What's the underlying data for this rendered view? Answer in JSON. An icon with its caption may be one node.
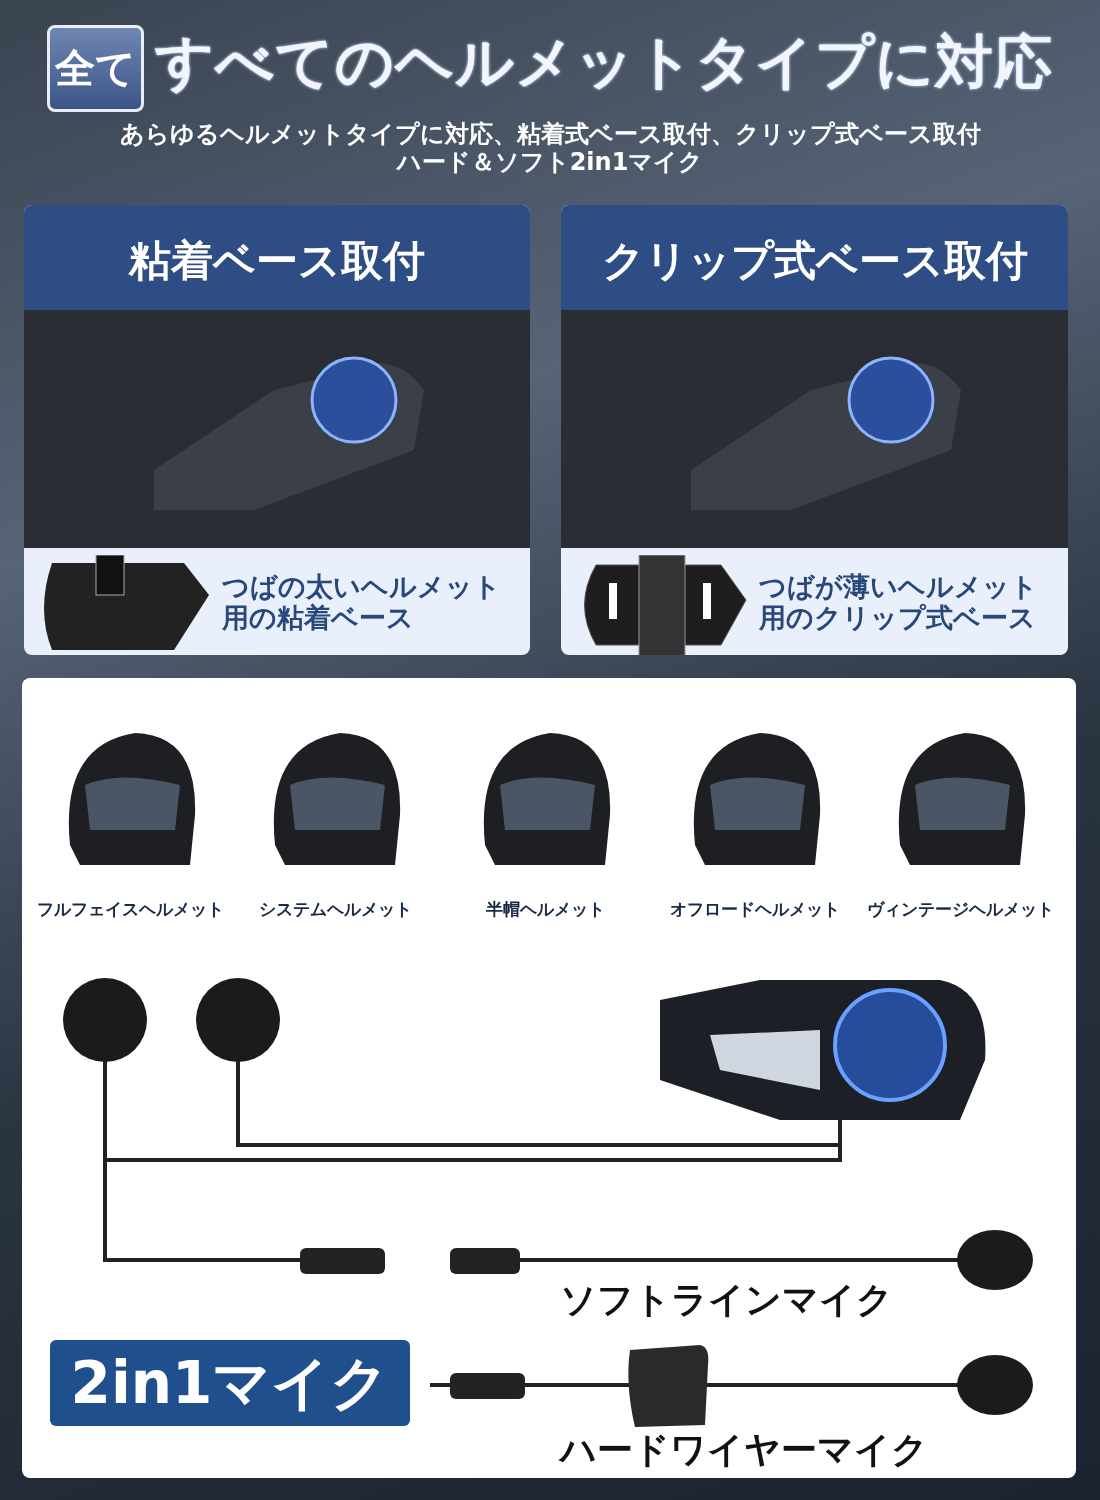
{
  "diagram": {
    "title": "すべてのヘルメットタイプに対応",
    "nodes": [
      {
        "text": [
          "粘着ベース取付",
          "つばの太いヘルメット用の粘着ベース"
        ]
      },
      {
        "text": [
          "クリップ式ベース取付",
          "つばが薄いヘルメット用のクリップ式ベース"
        ]
      },
      {
        "text": [
          "2in1マイク"
        ]
      }
    ],
    "edges": [],
    "labels": [
      "全て",
      "あらゆるヘルメットタイプに対応、粘着式ベース取付、クリップ式ベース取付",
      "ハード＆ソフト2in1マイク",
      "フルフェイスヘルメット",
      "システムヘルメット",
      "半帽ヘルメット",
      "オフロードヘルメット",
      "ヴィンテージヘルメット",
      "ソフトラインマイク",
      "ハードワイヤーマイク"
    ]
  }
}
